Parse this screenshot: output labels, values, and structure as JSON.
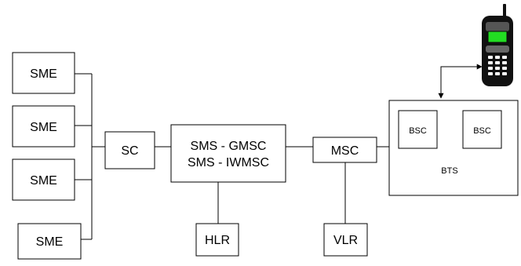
{
  "diagram": {
    "sme_labels": [
      "SME",
      "SME",
      "SME",
      "SME"
    ],
    "sc": "SC",
    "gmsc_line1": "SMS - GMSC",
    "gmsc_line2": "SMS - IWMSC",
    "hlr": "HLR",
    "msc": "MSC",
    "vlr": "VLR",
    "bsc_1": "BSC",
    "bsc_2": "BSC",
    "bts": "BTS"
  },
  "phone": {
    "icon": "mobile-phone-icon",
    "screen_color": "#22dd22",
    "body_color": "#111111"
  }
}
